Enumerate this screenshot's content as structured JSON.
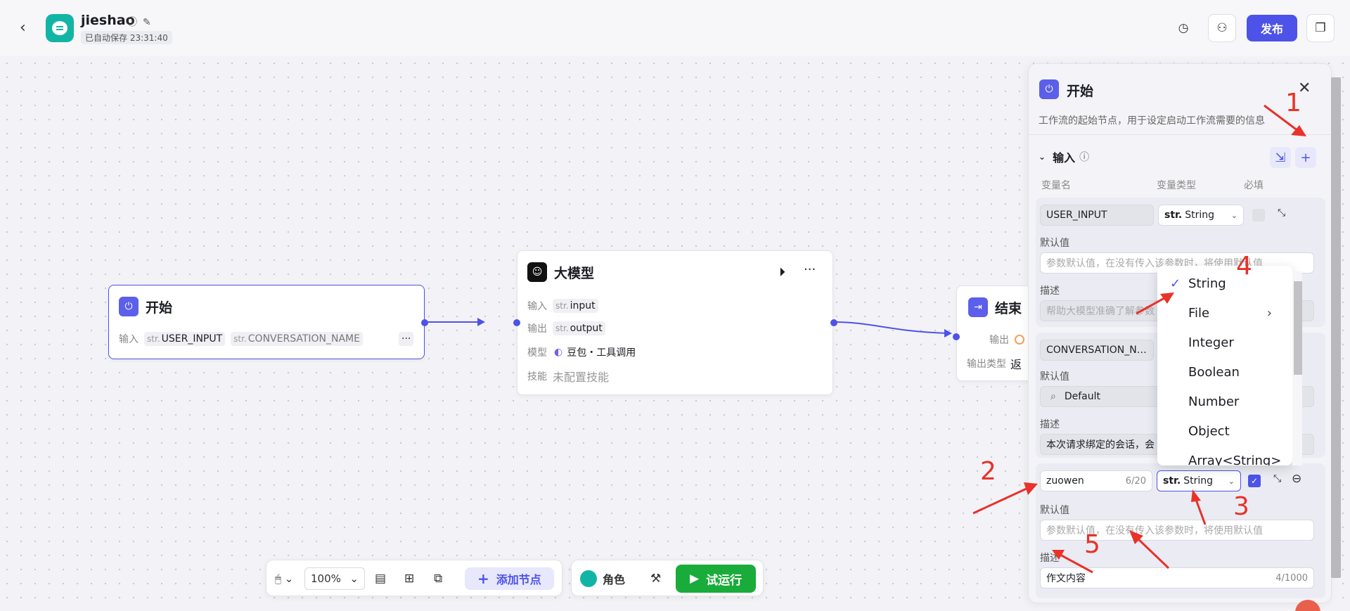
{
  "header": {
    "back_icon": "chevron-left-icon",
    "app_name": "jieshao",
    "autosave": "已自动保存 23:31:40",
    "publish_label": "发布"
  },
  "nodes": {
    "start": {
      "title": "开始",
      "input_label": "输入",
      "inputs": [
        "USER_INPUT",
        "CONVERSATION_NAME"
      ],
      "type_prefix": "str.",
      "more": "···"
    },
    "llm": {
      "title": "大模型",
      "input_label": "输入",
      "input_value": "input",
      "output_label": "输出",
      "output_value": "output",
      "model_label": "模型",
      "model_value": "豆包・工具调用",
      "skill_label": "技能",
      "skill_value": "未配置技能",
      "type_prefix": "str.",
      "more": "···"
    },
    "end": {
      "title": "结束",
      "output_label": "输出",
      "output_type_label": "输出类型",
      "output_type_value": "返"
    }
  },
  "panel": {
    "title": "开始",
    "description": "工作流的起始节点，用于设定启动工作流需要的信息",
    "section_title": "输入",
    "col_name": "变量名",
    "col_type": "变量类型",
    "col_required": "必填",
    "default_label": "默认值",
    "desc_label": "描述",
    "default_placeholder": "参数默认值，在没有传入该参数时，将使用默认值",
    "vars": [
      {
        "name": "USER_INPUT",
        "type": "String",
        "desc_placeholder": "帮助大模型准确了解参数"
      },
      {
        "name": "CONVERSATION_N…",
        "default": "Default",
        "desc": "本次请求绑定的会话，会"
      },
      {
        "name": "zuowen",
        "name_count": "6/20",
        "type": "String",
        "default_placeholder": "参数默认值，在没有传入该参数时，将使用默认值",
        "desc": "作文内容",
        "desc_count": "4/1000"
      }
    ],
    "type_prefix": "str."
  },
  "dropdown": {
    "options": [
      "String",
      "File",
      "Integer",
      "Boolean",
      "Number",
      "Object",
      "Array<String>"
    ],
    "selected": "String"
  },
  "annotations": [
    "1",
    "2",
    "3",
    "4",
    "5"
  ],
  "toolbar": {
    "zoom": "100%",
    "add_node": "添加节点",
    "role": "角色",
    "run": "试运行"
  },
  "colors": {
    "accent": "#4d53e8",
    "run": "#1aac3a",
    "annotation": "#e8322a",
    "logo": "#12b5a5"
  }
}
